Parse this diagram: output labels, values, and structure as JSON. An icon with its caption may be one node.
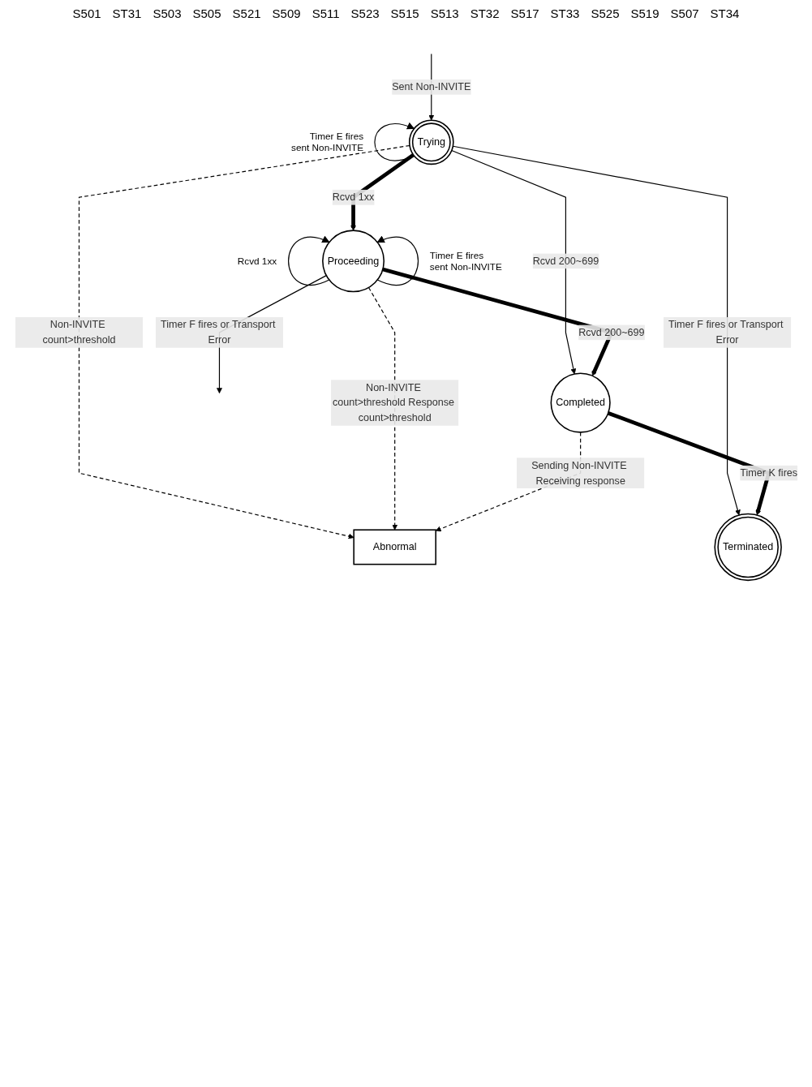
{
  "diagram": {
    "nodes": [
      {
        "text": [
          "Trying"
        ]
      },
      {
        "text": [
          "Abnormal"
        ]
      },
      {
        "text": [
          "Proceeding"
        ]
      },
      {
        "text": [
          "Completed"
        ]
      },
      {
        "text": [
          "Terminated"
        ]
      }
    ],
    "edges": [
      {
        "from": null,
        "to": 0,
        "arrow": "to",
        "label": "Sent Non-INVITE"
      },
      {
        "from": 0,
        "to": 0,
        "arrow": "to",
        "label": "Timer E fires sent Non-INVITE"
      },
      {
        "from": 0,
        "to": 1,
        "arrow": "to",
        "label": "Non-INVITE count>threshold",
        "style": "dashed"
      },
      {
        "from": 0,
        "to": 4,
        "arrow": "to",
        "label": "Timer F fires or Transport Error"
      },
      {
        "from": 0,
        "to": 2,
        "arrow": "to",
        "label": "Rcvd 1xx",
        "style": "thick"
      },
      {
        "from": 0,
        "to": 3,
        "arrow": "to",
        "label": "Rcvd 200~699"
      },
      {
        "from": 2,
        "to": 2,
        "arrow": "to",
        "label": "Timer E fires sent Non-INVITE"
      },
      {
        "from": 2,
        "to": 2,
        "arrow": "to",
        "label": "Rcvd 1xx"
      },
      {
        "from": 2,
        "to": 1,
        "arrow": "to",
        "label": "Non-INVITE count>threshold Response count>threshold",
        "style": "dashed"
      },
      {
        "from": 2,
        "to": null,
        "arrow": "to",
        "label": "Timer F fires or Transport Error"
      },
      {
        "from": 2,
        "to": 3,
        "arrow": "to",
        "label": "Rcvd 200~699",
        "style": "thick"
      },
      {
        "from": 3,
        "to": 1,
        "arrow": "to",
        "label": "Sending Non-INVITE Receiving response",
        "style": "dashed"
      },
      {
        "from": 3,
        "to": 4,
        "arrow": "to",
        "label": "Timer K fires",
        "style": "thick"
      }
    ],
    "labels": [
      "S501",
      "ST31",
      "S503",
      "S505",
      "S521",
      "S509",
      "S511",
      "S523",
      "S515",
      "S513",
      "ST32",
      "S517",
      "ST33",
      "S525",
      "S519",
      "S507",
      "ST34"
    ]
  }
}
